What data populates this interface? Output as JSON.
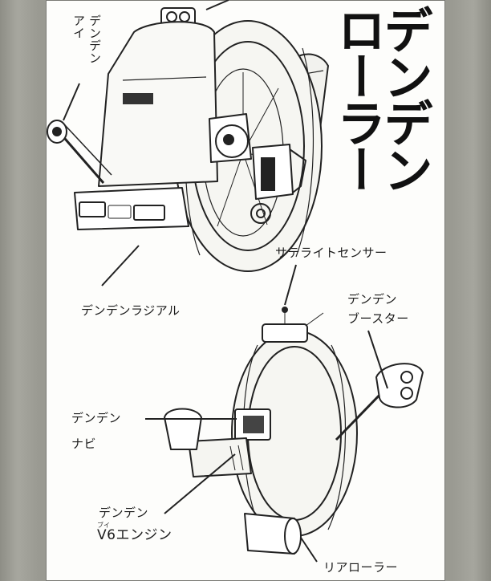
{
  "title": {
    "line1": "デンデン",
    "line2": "ローラー"
  },
  "labels": {
    "eye": {
      "line1": "デンデン",
      "line2": "アイ"
    },
    "radial": "デンデンラジアル",
    "satellite_sensor": "サテライトセンサー",
    "booster": {
      "line1": "デンデン",
      "line2": "ブースター"
    },
    "navi": {
      "line1": "デンデン",
      "line2": "ナビ"
    },
    "engine": {
      "line1": "デンデン",
      "line2": "V6エンジン",
      "ruby": "ブイ"
    },
    "rear_roller": "リアローラー"
  },
  "colors": {
    "ink": "#1b1b1b",
    "paper": "#fdfdfb",
    "frame": "#9c9c94"
  }
}
